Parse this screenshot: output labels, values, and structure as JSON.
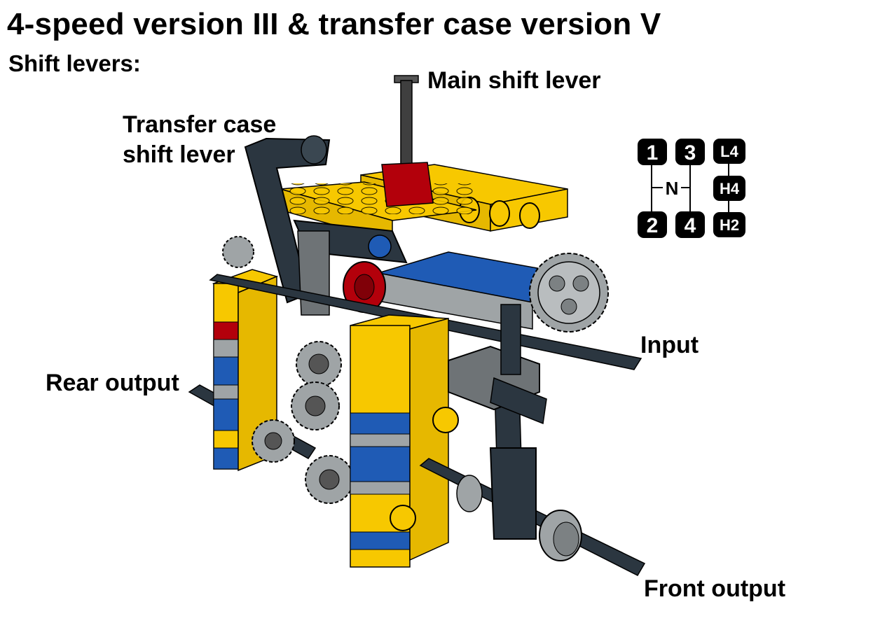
{
  "title": "4-speed version III & transfer case version V",
  "subtitle": "Shift levers:",
  "labels": {
    "main_shift_lever": "Main shift lever",
    "transfer_case_line1": "Transfer case",
    "transfer_case_line2": "shift lever",
    "input": "Input",
    "rear_output": "Rear output",
    "front_output": "Front output"
  },
  "shift_pattern": {
    "gears": [
      "1",
      "3",
      "2",
      "4"
    ],
    "neutral": "N",
    "transfer_modes": [
      "L4",
      "H4",
      "H2"
    ]
  },
  "colors": {
    "yellow": "#f7c800",
    "blue": "#1f5bb5",
    "red": "#b3000b",
    "dark_gray": "#2b3640",
    "light_gray": "#9fa4a6",
    "black": "#000000"
  }
}
